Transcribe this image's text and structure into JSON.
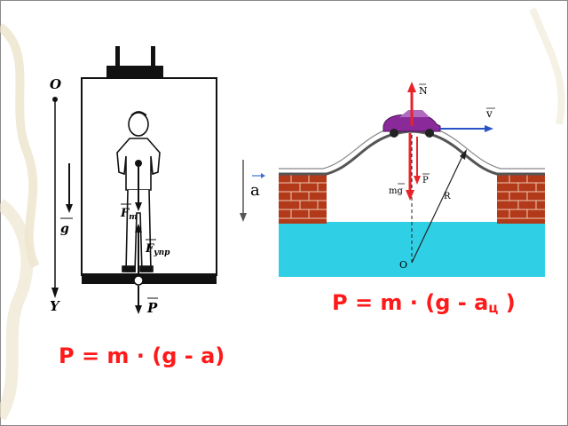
{
  "elevator": {
    "label_o": "O",
    "label_y": "Y",
    "label_g": "g",
    "label_ft": "F",
    "label_ft_sub": "т",
    "label_fupr": "F",
    "label_fupr_sub": "упр",
    "label_p": "P"
  },
  "middle": {
    "label_a": "a"
  },
  "bridge": {
    "label_n": "N",
    "label_v": "v",
    "label_mg": "mg",
    "label_p": "P",
    "label_r": "R",
    "label_o": "O"
  },
  "formulas": {
    "right_main": "P = m · (g - a",
    "right_sub": "ц",
    "right_tail": " )",
    "left": "P = m · (g - a)"
  },
  "colors": {
    "formula": "#ff1a1a",
    "water": "#2fd0e6",
    "brick": "#b23a1a",
    "car": "#8a2a9a",
    "force_red": "#e8232a",
    "velocity_blue": "#2a52c8"
  }
}
